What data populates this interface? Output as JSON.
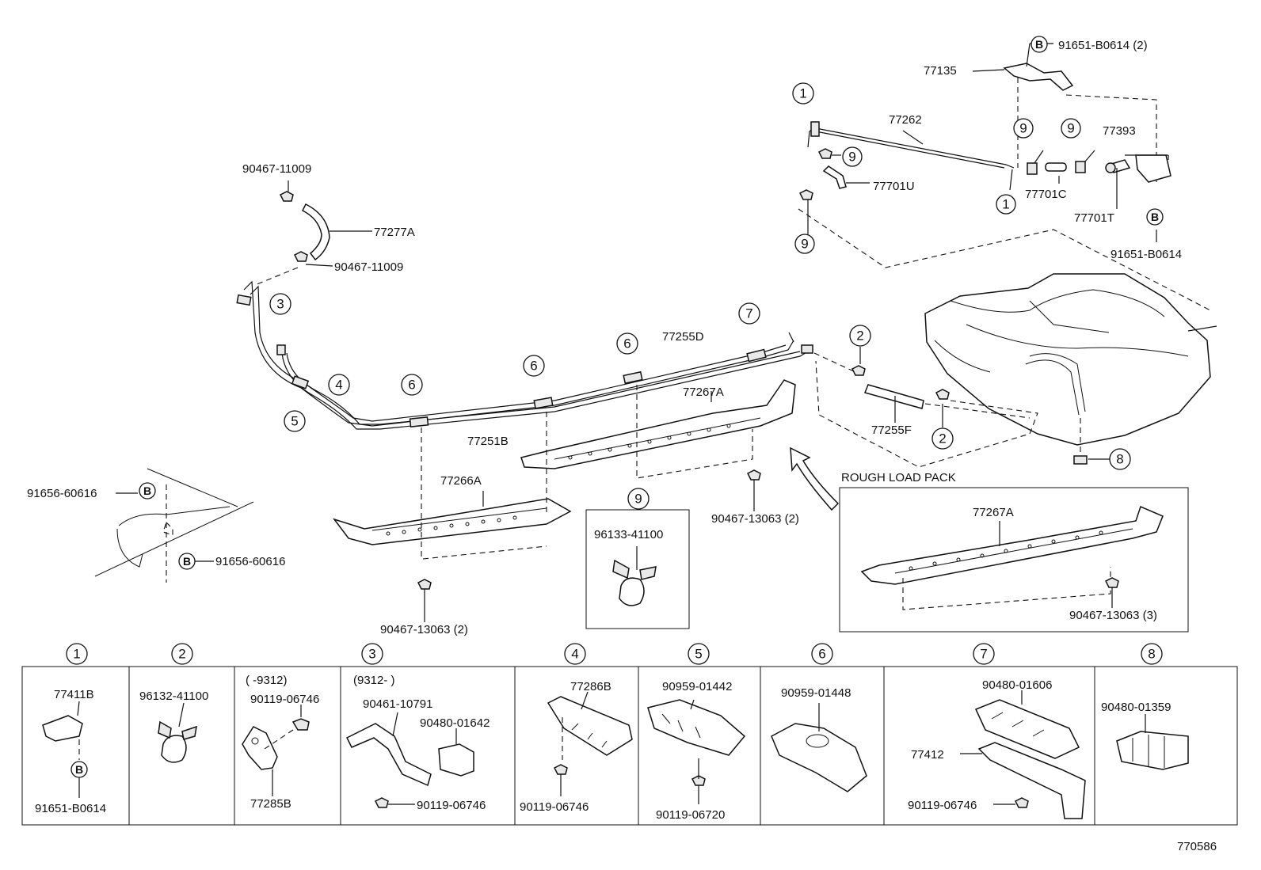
{
  "labels": {
    "p91651_b0614_2": "91651-B0614 (2)",
    "p77135": "77135",
    "p77262": "77262",
    "p77393": "77393",
    "p77701u": "77701U",
    "p77701c": "77701C",
    "p77701t": "77701T",
    "p91651_b0614_r": "91651-B0614",
    "p90467_11009_a": "90467-11009",
    "p77277a": "77277A",
    "p90467_11009_b": "90467-11009",
    "p77255d": "77255D",
    "p77267a": "77267A",
    "p77251b": "77251B",
    "p77255f": "77255F",
    "p77266a": "77266A",
    "p91656_60616_a": "91656-60616",
    "p91656_60616_b": "91656-60616",
    "p90467_13063_2a": "90467-13063 (2)",
    "p90467_13063_2b": "90467-13063 (2)",
    "p96133_41100": "96133-41100",
    "rough_load_pack": "ROUGH LOAD PACK",
    "p77267a_box": "77267A",
    "p90467_13063_3": "90467-13063 (3)",
    "t1_77411b": "77411B",
    "t1_91651_b0614": "91651-B0614",
    "t2_96132_41100": "96132-41100",
    "t3_range": "(       -9312)",
    "t3_90119_06746": "90119-06746",
    "t3_77285b": "77285B",
    "t3b_range": "(9312-         )",
    "t3b_90461_10791": "90461-10791",
    "t3b_90480_01642": "90480-01642",
    "t3b_90119_06746": "90119-06746",
    "t4_77286b": "77286B",
    "t4_90119_06746": "90119-06746",
    "t5_90959_01442": "90959-01442",
    "t5_90119_06720": "90119-06720",
    "t6_90959_01448": "90959-01448",
    "t7_90480_01606": "90480-01606",
    "t7_77412": "77412",
    "t7_90119_06746": "90119-06746",
    "t8_90480_01359": "90480-01359",
    "diagram_id": "770586"
  },
  "markers": {
    "one": "1",
    "two": "2",
    "three": "3",
    "four": "4",
    "five": "5",
    "six": "6",
    "seven": "7",
    "eight": "8",
    "nine": "9",
    "b": "B"
  }
}
